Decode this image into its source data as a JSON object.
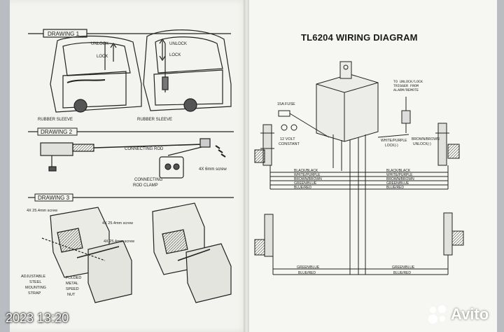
{
  "document": {
    "title": "TL6204 WIRING DIAGRAM"
  },
  "drawing1": {
    "label": "DRAWING 1",
    "unlock": "UNLOCK",
    "lock": "LOCK",
    "sleeve_left": "RUBBER SLEEVE",
    "sleeve_right": "RUBBER SLEEVE"
  },
  "drawing2": {
    "label": "DRAWING 2",
    "connecting_rod": "CONNECTING ROD",
    "screw": "4X 6mm screw",
    "clamp_line1": "CONNECTING",
    "clamp_line2": "ROD CLAMP"
  },
  "drawing3": {
    "label": "DRAWING 3",
    "screw_top": "4X 25.4mm screw",
    "screw_mid": "4X 25.4mm screw",
    "screw_low": "4X 25.4mm screw",
    "strap_lines": [
      "ADJUSTABLE",
      "STEEL",
      "MOUNTING",
      "STRAP"
    ],
    "nut_lines": [
      "FOLDED",
      "METAL",
      "SPEED",
      "NUT"
    ]
  },
  "wiring": {
    "fuse": "15A FUSE",
    "constant_line1": "12 VOLT",
    "constant_line2": "CONSTANT",
    "trigger_lines": [
      "TO UNLOCK/LOCK",
      "TRIGGER FROM",
      "ALARM/REMOTE"
    ],
    "white_purple_line1": "WHITE/PURPLE",
    "white_purple_line2": "LOCK(-)",
    "brown_line1": "BROWN/BROWN",
    "brown_line2": "UNLOCK(-)",
    "left_wires": [
      "BLACK/BLACK",
      "WHITE/PURPLE",
      "BROWN/BROWN",
      "GREEN/BLUE",
      "BLUE/RED"
    ],
    "right_wires": [
      "BLACK/BLACK",
      "WHITE/PURPLE",
      "BROWN/BROWN",
      "GREEN/BLUE",
      "BLUE/RED"
    ],
    "bottom_left_wires": [
      "GREEN/BLUE",
      "BLUE/RED"
    ],
    "bottom_right_wires": [
      "GREEN/BLUE",
      "BLUE/RED"
    ]
  },
  "overlay": {
    "timestamp": "2023 13:20",
    "watermark": "Avito"
  }
}
